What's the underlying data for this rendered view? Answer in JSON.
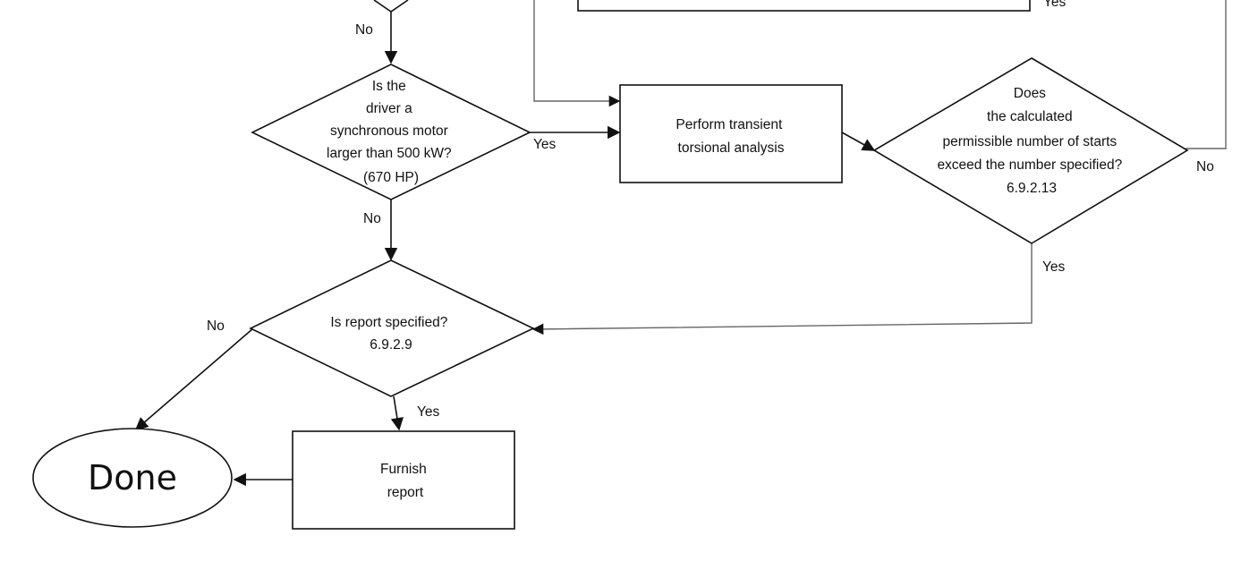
{
  "nodes": {
    "decision_sync_motor": [
      "Is the",
      "driver a",
      "synchronous motor",
      "larger than 500 kW?",
      "(670 HP)"
    ],
    "transient_analysis": [
      "Perform transient",
      "torsional analysis"
    ],
    "decision_starts": [
      "Does",
      "the calculated",
      "permissible number of starts",
      "exceed the number specified?",
      "6.9.2.13"
    ],
    "decision_report": [
      "Is report specified?",
      "6.9.2.9"
    ],
    "furnish_report": [
      "Furnish",
      "report"
    ],
    "done": "Done"
  },
  "edge_labels": {
    "top_no": "No",
    "top_right_yes": "Yes",
    "sync_yes": "Yes",
    "sync_no": "No",
    "starts_no": "No",
    "starts_yes": "Yes",
    "report_no": "No",
    "report_yes": "Yes"
  }
}
